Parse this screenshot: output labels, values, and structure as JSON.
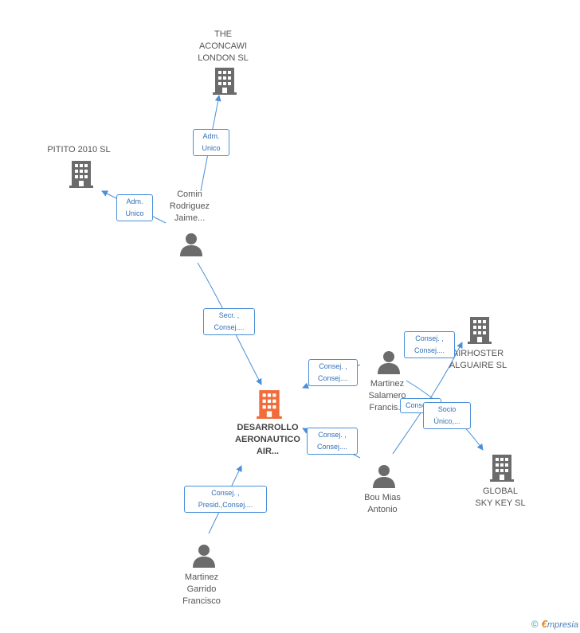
{
  "colors": {
    "edge": "#4a8fd8",
    "building": "#6b6b6b",
    "main_building": "#f26b3a",
    "person": "#6b6b6b"
  },
  "nodes": {
    "aconcawi": {
      "label": "THE\nACONCAWI\nLONDON  SL",
      "icon": "building-icon"
    },
    "pitito": {
      "label": "PITITO 2010 SL",
      "icon": "building-icon"
    },
    "comin": {
      "label": "Comin\nRodriguez\nJaime...",
      "icon": "person-icon"
    },
    "desarrollo": {
      "label": "DESARROLLO\nAERONAUTICO\nAIR...",
      "icon": "building-icon"
    },
    "airhoster": {
      "label": "AIRHOSTER\nALGUAIRE SL",
      "icon": "building-icon"
    },
    "martinez_salamero": {
      "label": "Martinez\nSalamero\nFrancis...",
      "icon": "person-icon"
    },
    "global": {
      "label": "GLOBAL\nSKY KEY  SL",
      "icon": "building-icon"
    },
    "bou": {
      "label": "Bou Mias\nAntonio",
      "icon": "person-icon"
    },
    "martinez_garrido": {
      "label": "Martinez\nGarrido\nFrancisco",
      "icon": "person-icon"
    }
  },
  "badges": {
    "b1": "Adm.\nUnico",
    "b2": "Adm.\nUnico",
    "b3": "Secr. ,\nConsej....",
    "b4": "Consej. ,\nConsej....",
    "b5": "Consej. ,\nConsej....",
    "b6": "Consej. ,\nConsej....",
    "b7": "Consej....",
    "b8": "Socio\nÚnico,...",
    "b9": "Consej. ,\nPresid.,Consej...."
  },
  "footer": {
    "copyright": "©",
    "brand_initial": "€",
    "brand_rest": "mpresia"
  }
}
